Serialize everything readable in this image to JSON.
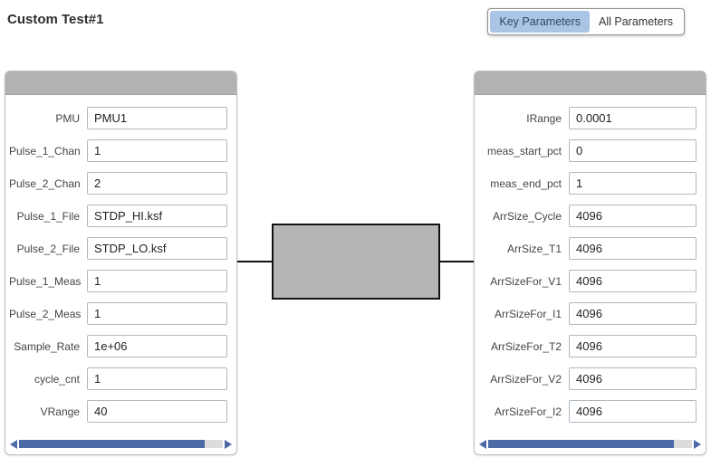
{
  "page": {
    "title": "Custom Test#1"
  },
  "toggle": {
    "key_label": "Key Parameters",
    "all_label": "All Parameters",
    "selected": "Key Parameters"
  },
  "left_panel": {
    "rows": [
      {
        "label": "PMU",
        "value": "PMU1"
      },
      {
        "label": "Pulse_1_Chan",
        "value": "1"
      },
      {
        "label": "Pulse_2_Chan",
        "value": "2"
      },
      {
        "label": "Pulse_1_File",
        "value": "STDP_HI.ksf"
      },
      {
        "label": "Pulse_2_File",
        "value": "STDP_LO.ksf"
      },
      {
        "label": "Pulse_1_Meas",
        "value": "1"
      },
      {
        "label": "Pulse_2_Meas",
        "value": "1"
      },
      {
        "label": "Sample_Rate",
        "value": "1e+06"
      },
      {
        "label": "cycle_cnt",
        "value": "1"
      },
      {
        "label": "VRange",
        "value": "40"
      }
    ]
  },
  "right_panel": {
    "rows": [
      {
        "label": "IRange",
        "value": "0.0001"
      },
      {
        "label": "meas_start_pct",
        "value": "0"
      },
      {
        "label": "meas_end_pct",
        "value": "1"
      },
      {
        "label": "ArrSize_Cycle",
        "value": "4096"
      },
      {
        "label": "ArrSize_T1",
        "value": "4096"
      },
      {
        "label": "ArrSizeFor_V1",
        "value": "4096"
      },
      {
        "label": "ArrSizeFor_I1",
        "value": "4096"
      },
      {
        "label": "ArrSizeFor_T2",
        "value": "4096"
      },
      {
        "label": "ArrSizeFor_V2",
        "value": "4096"
      },
      {
        "label": "ArrSizeFor_I2",
        "value": "4096"
      }
    ]
  },
  "colors": {
    "selected_toggle_bg": "#a9c4e4",
    "selected_toggle_text": "#2f4a66",
    "panel_header": "#b2b2b2",
    "scrollbar": "#4a69a5",
    "block_fill": "#b5b5b5"
  }
}
